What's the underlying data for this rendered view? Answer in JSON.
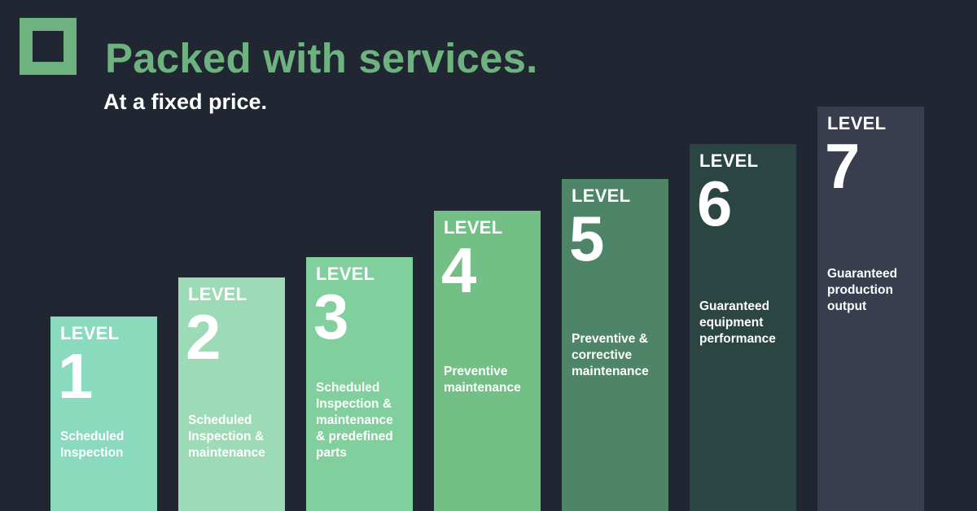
{
  "header": {
    "title": "Packed with services.",
    "subtitle": "At a fixed price."
  },
  "colors": {
    "background": "#212633",
    "accent": "#6db27f",
    "text": "#ffffff"
  },
  "levels": [
    {
      "label": "LEVEL",
      "number": "1",
      "description": [
        "Scheduled",
        "Inspection"
      ],
      "color": "#8adabe"
    },
    {
      "label": "LEVEL",
      "number": "2",
      "description": [
        "Scheduled",
        "Inspection &",
        "maintenance"
      ],
      "color": "#9cdbb6"
    },
    {
      "label": "LEVEL",
      "number": "3",
      "description": [
        "Scheduled",
        "Inspection &",
        "maintenance",
        "& predefined",
        "parts"
      ],
      "color": "#80cf9d"
    },
    {
      "label": "LEVEL",
      "number": "4",
      "description": [
        "Preventive",
        "maintenance"
      ],
      "color": "#74bf86"
    },
    {
      "label": "LEVEL",
      "number": "5",
      "description": [
        "Preventive &",
        "corrective",
        "maintenance"
      ],
      "color": "#4e8468"
    },
    {
      "label": "LEVEL",
      "number": "6",
      "description": [
        "Guaranteed",
        "equipment",
        "performance"
      ],
      "color": "#2b4542"
    },
    {
      "label": "LEVEL",
      "number": "7",
      "description": [
        "Guaranteed",
        "production",
        "output"
      ],
      "color": "#393e4f"
    }
  ]
}
